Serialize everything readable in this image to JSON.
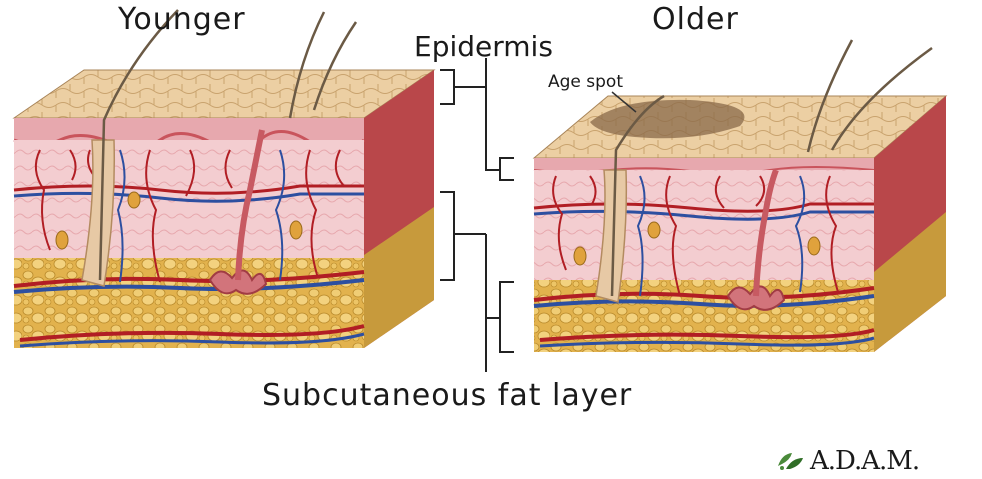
{
  "labels": {
    "younger": "Younger",
    "older": "Older",
    "epidermis": "Epidermis",
    "age_spot": "Age spot",
    "fat_layer": "Subcutaneous fat layer"
  },
  "logo": {
    "text": "A.D.A.M.",
    "icon": "leaf-icon"
  },
  "colors": {
    "epidermis_top": "#e8c79a",
    "dermis": "#f2c7c9",
    "dermis_dark": "#b8323a",
    "fat": "#e9c262",
    "artery": "#b11e24",
    "vein": "#2d4fa0",
    "hair": "#6b5a45",
    "age_spot": "#8a6a4a"
  }
}
